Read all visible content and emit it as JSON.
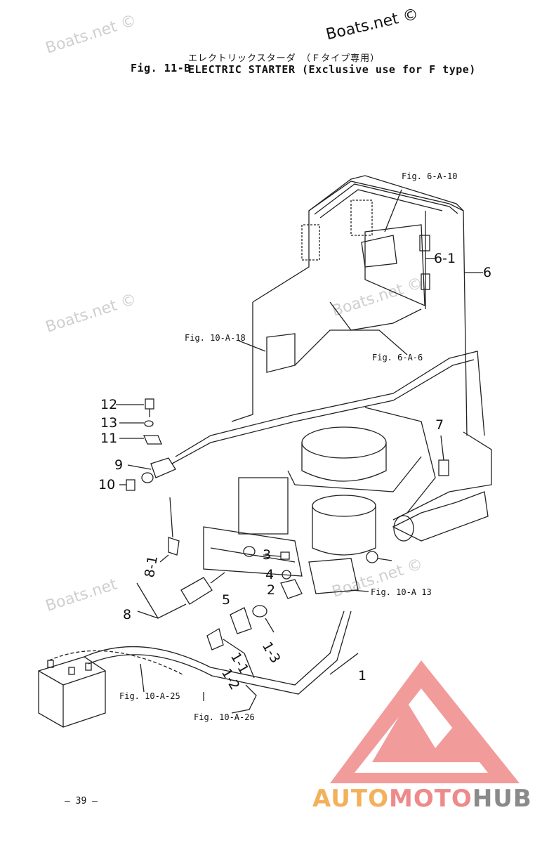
{
  "watermarks": {
    "top_right": "Boats.net ©",
    "faint": [
      "Boats.net ©",
      "Boats.net ©",
      "Boats.net ©",
      "Boats.net",
      "Boats.net ©"
    ]
  },
  "header": {
    "japanese_title": "エレクトリックスターダ　（Ｆタイプ専用）",
    "fig_number": "Fig. 11-B",
    "title": "ELECTRIC STARTER (Exclusive use for F type)"
  },
  "references": {
    "fig_6_a_10": "Fig. 6-A-10",
    "fig_10_a_18": "Fig. 10-A-18",
    "fig_6_a_6": "Fig. 6-A-6",
    "fig_10_a_13": "Fig. 10-A 13",
    "fig_10_a_25": "Fig. 10-A-25",
    "fig_10_a_26": "Fig. 10-A-26"
  },
  "callouts": {
    "c6_1": "6-1",
    "c6": "6",
    "c7": "7",
    "c12": "12",
    "c13": "13",
    "c11": "11",
    "c9": "9",
    "c10": "10",
    "c3": "3",
    "c4": "4",
    "c2": "2",
    "c8_1": "8-1",
    "c8": "8",
    "c5": "5",
    "c1_3": "1-3",
    "c1_1": "1-1",
    "c1_2": "1-2",
    "c1": "1"
  },
  "page_number": "– 39 –",
  "logo": {
    "part1": "AUTO",
    "part2": "MOTO",
    "part3": "HUB",
    "colors": {
      "auto": "#f2b15a",
      "moto": "#ee8a8a",
      "hub": "#8a8a8a",
      "triangle": "#f08a8a"
    }
  }
}
